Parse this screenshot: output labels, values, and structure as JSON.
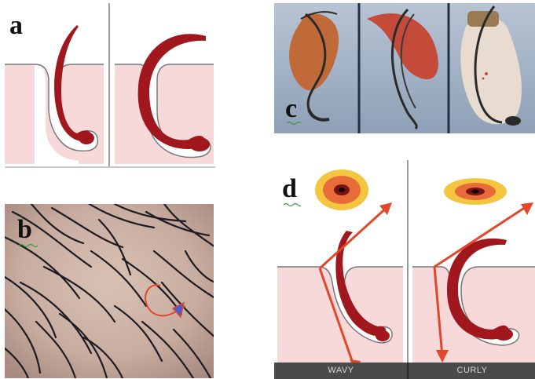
{
  "panels": {
    "a": {
      "letter": "a"
    },
    "b": {
      "letter": "b"
    },
    "c": {
      "letter": "c"
    },
    "d": {
      "letter": "d",
      "captions": [
        "WAVY",
        "CURLY"
      ]
    }
  },
  "colors": {
    "skin": "#f7d9d9",
    "hair_shaft": "#a0181e",
    "outline": "#777777",
    "arrow_red": "#e2472b",
    "marker_blue": "#4a5bd0",
    "cross_section_outer": "#f4c63f",
    "cross_section_mid": "#e86b3a",
    "cross_section_inner": "#7a1414",
    "caption_bar": "#4a4a4a",
    "squiggle_green": "#2e9e3a"
  }
}
